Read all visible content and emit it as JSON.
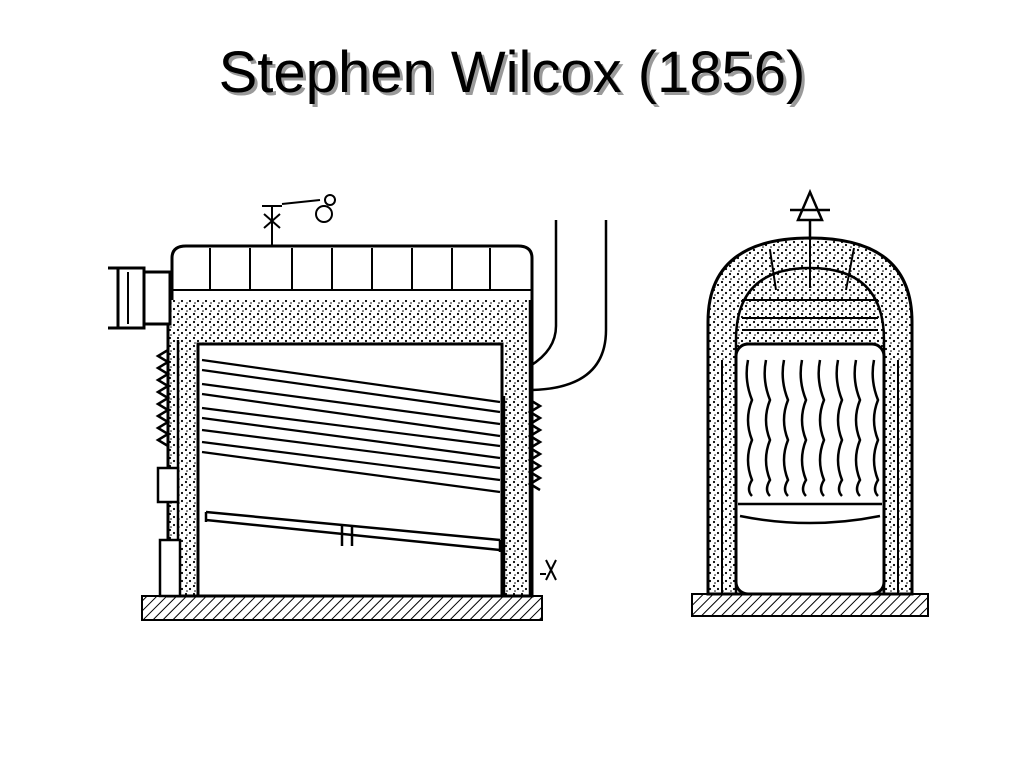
{
  "slide": {
    "title": "Stephen Wilcox (1856)"
  },
  "diagram": {
    "subject": "water-tube boiler",
    "views": [
      "side-section-view",
      "end-section-view"
    ],
    "ink_color": "#000000",
    "background_color": "#ffffff",
    "title_shadow_color": "#9a9a9a"
  }
}
